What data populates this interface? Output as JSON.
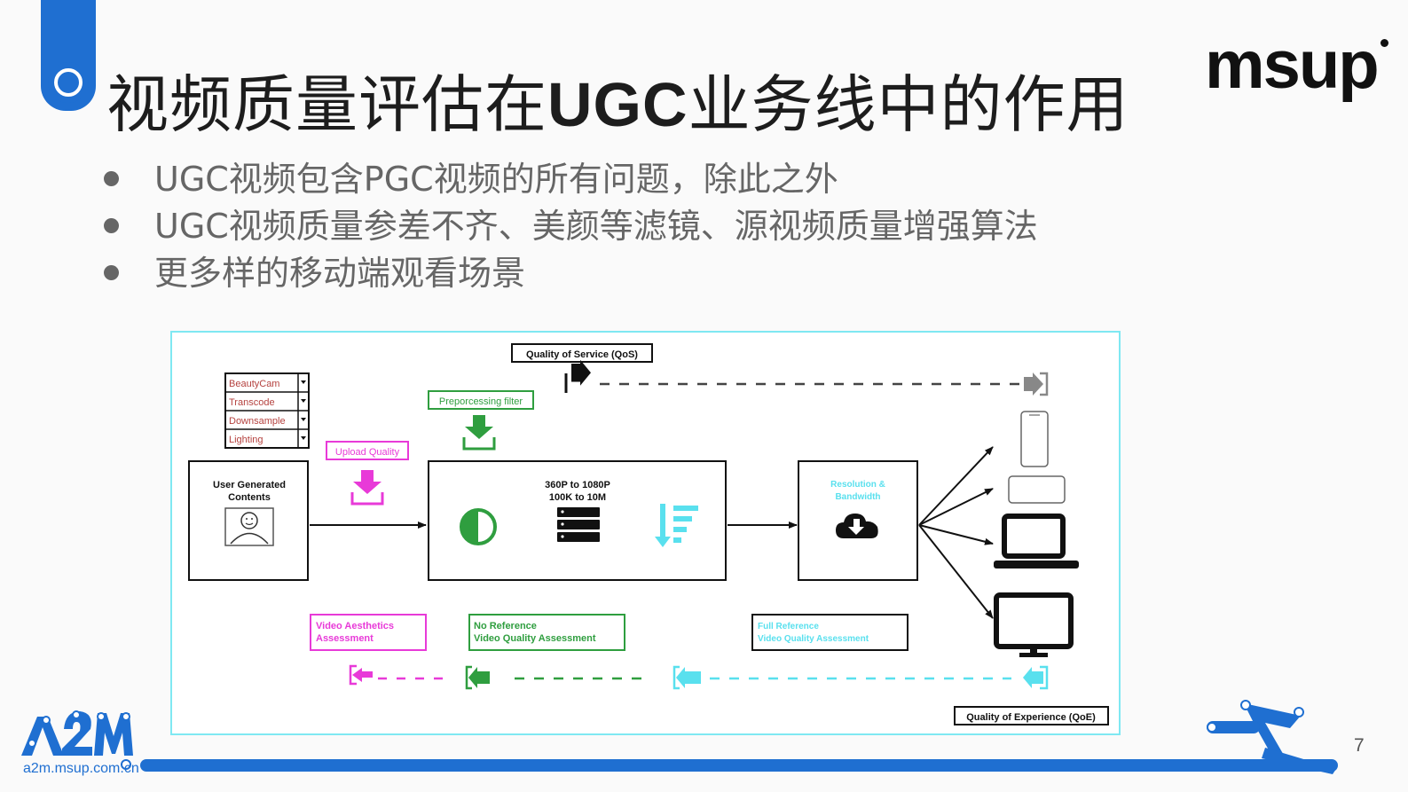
{
  "header": {
    "title_part1": "视频质量评估在",
    "title_bold": "UGC",
    "title_part2": "业务线中的作用",
    "brand": "msup"
  },
  "bullets": [
    "UGC视频包含PGC视频的所有问题，除此之外",
    "UGC视频质量参差不齐、美颜等滤镜、源视频质量增强算法",
    "更多样的移动端观看场景"
  ],
  "diagram": {
    "qos_label": "Quality of Service (QoS)",
    "qoe_label": "Quality of Experience (QoE)",
    "filters": [
      "BeautyCam",
      "Transcode",
      "Downsample",
      "Lighting"
    ],
    "upload_quality": "Upload Quality",
    "preprocessing": "Preporcessing filter",
    "ugc_line1": "User Generated",
    "ugc_line2": "Contents",
    "spec_line1": "360P to 1080P",
    "spec_line2": "100K to 10M",
    "resolution_line1": "Resolution &",
    "resolution_line2": "Bandwidth",
    "vaa_line1": "Video Aesthetics",
    "vaa_line2": "Assessment",
    "nr_line1": "No Reference",
    "nr_line2": "Video Quality Assessment",
    "fr_line1": "Full Reference",
    "fr_line2": "Video Quality Assessment"
  },
  "footer": {
    "url": "a2m.msup.com.cn",
    "page": "7"
  },
  "colors": {
    "accent": "#1f6fd1",
    "magenta": "#e83ad8",
    "green": "#2f9e3f",
    "cyan": "#59e0ee",
    "filter_text": "#b5423f"
  }
}
